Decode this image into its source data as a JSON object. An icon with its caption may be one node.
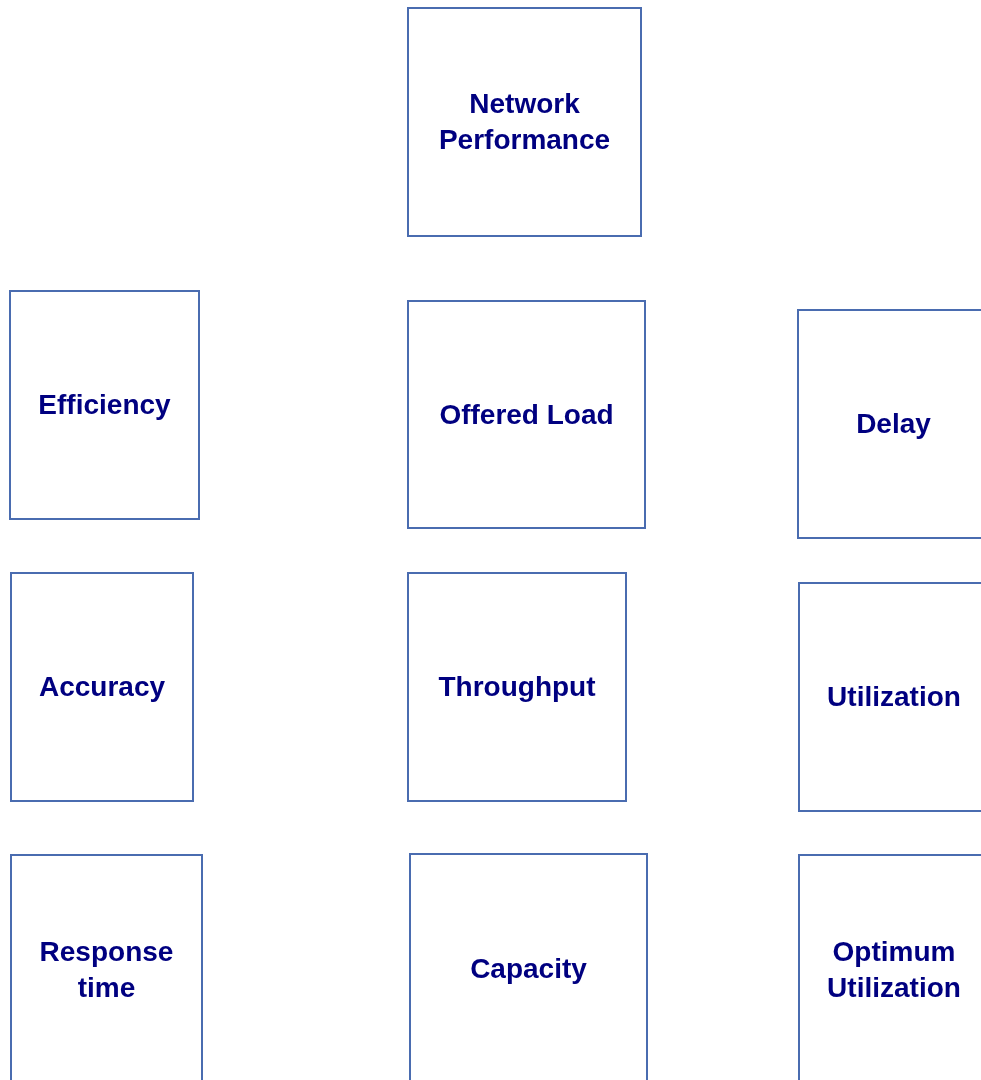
{
  "diagram": {
    "nodes": [
      {
        "text": [
          "Network Performance"
        ]
      },
      {
        "text": [
          "Efficiency"
        ]
      },
      {
        "text": [
          "Offered Load"
        ]
      },
      {
        "text": [
          "Delay"
        ]
      },
      {
        "text": [
          "Accuracy"
        ]
      },
      {
        "text": [
          "Throughput"
        ]
      },
      {
        "text": [
          "Utilization"
        ]
      },
      {
        "text": [
          "Response time"
        ]
      },
      {
        "text": [
          "Capacity"
        ]
      },
      {
        "text": [
          "Optimum Utilization"
        ]
      }
    ]
  }
}
